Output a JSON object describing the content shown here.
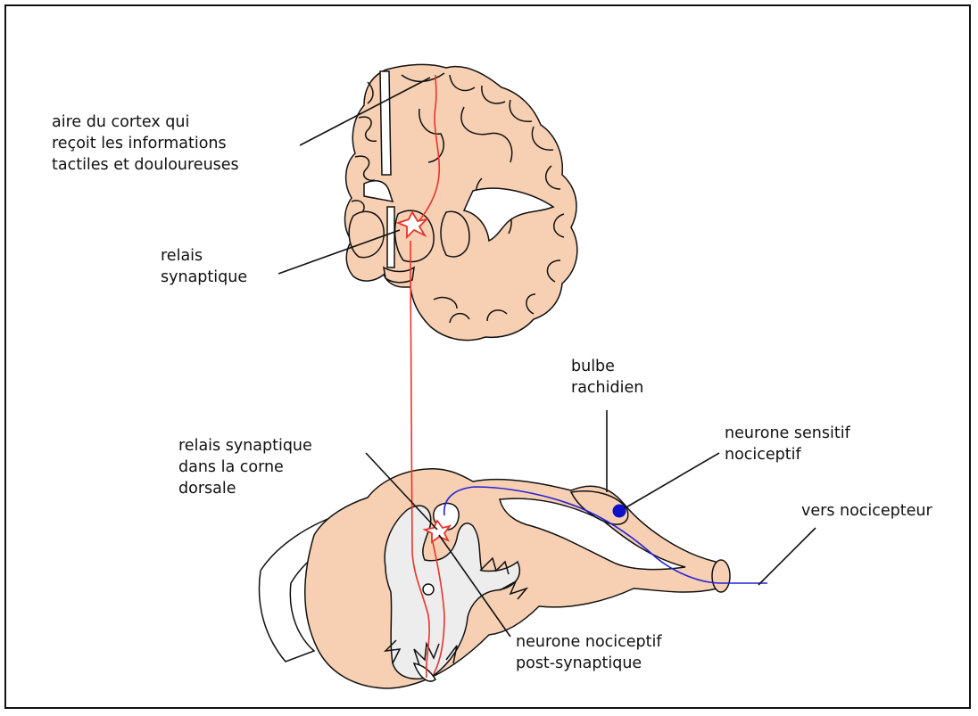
{
  "colors": {
    "tissue": "#f7d0b3",
    "grey_matter": "#ededed",
    "outline": "#111111",
    "ascending_neuron": "#e8342a",
    "sensory_neuron": "#2323d6",
    "sensory_cell_body": "#1010c8"
  },
  "labels": {
    "cortex": [
      "aire du cortex qui",
      "reçoit les informations",
      "tactiles et douloureuses"
    ],
    "thalamic_relay": [
      "relais",
      "synaptique"
    ],
    "bulb": [
      "bulbe",
      "rachidien"
    ],
    "sensory_neuron": [
      "neurone sensitif",
      "nociceptif"
    ],
    "dorsal_horn_relay": [
      "relais synaptique",
      "dans la corne",
      "dorsale"
    ],
    "nociceptor_direction": [
      "vers nocicepteur"
    ],
    "postsynaptic_neuron": [
      "neurone nociceptif",
      "post-synaptique"
    ]
  }
}
